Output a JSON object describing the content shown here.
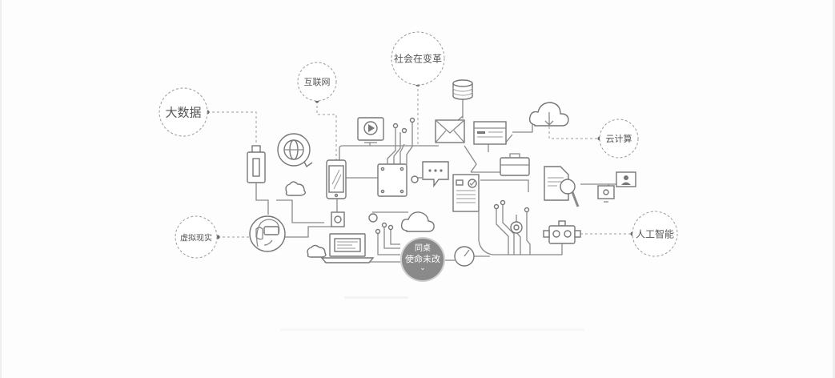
{
  "labels": {
    "big_data": "大数据",
    "internet": "互联网",
    "society": "社会在变革",
    "cloud": "云计算",
    "vr": "虚拟现实",
    "ai": "人工智能"
  },
  "core": {
    "line1": "同桌",
    "line2": "使命未改",
    "chevron": "⌄"
  },
  "colors": {
    "line": "#8a8a8a",
    "core_fill": "#8a8a8a",
    "label_text": "#555555"
  }
}
